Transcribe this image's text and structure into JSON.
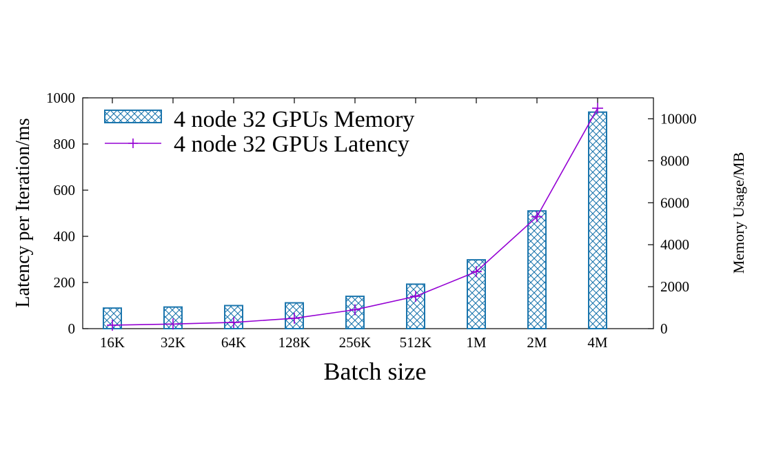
{
  "chart_data": {
    "type": "bar",
    "xlabel": "Batch size",
    "ylabel": "Latency per Iteration/ms",
    "y2label": "Memory Usage/MB",
    "categories": [
      "16K",
      "32K",
      "64K",
      "128K",
      "256K",
      "512K",
      "1M",
      "2M",
      "4M"
    ],
    "ylim": [
      0,
      1000
    ],
    "y2lim": [
      0,
      11000
    ],
    "yticks": [
      "0",
      "200",
      "400",
      "600",
      "800",
      "1000"
    ],
    "y2ticks": [
      "0",
      "2000",
      "4000",
      "6000",
      "8000",
      "10000"
    ],
    "grid": false,
    "legend_position": "top-left",
    "series": [
      {
        "name": "4 node 32 GPUs Memory",
        "type": "bar",
        "axis": "right",
        "color": "#1a75ad",
        "pattern": "crosshatch",
        "values": [
          980,
          1030,
          1100,
          1230,
          1540,
          2120,
          3280,
          5610,
          10320
        ]
      },
      {
        "name": "4 node 32 GPUs Latency",
        "type": "line",
        "axis": "left",
        "color": "#9400d3",
        "marker": "plus",
        "values": [
          15,
          20,
          27,
          45,
          82,
          140,
          247,
          485,
          955
        ]
      }
    ]
  }
}
